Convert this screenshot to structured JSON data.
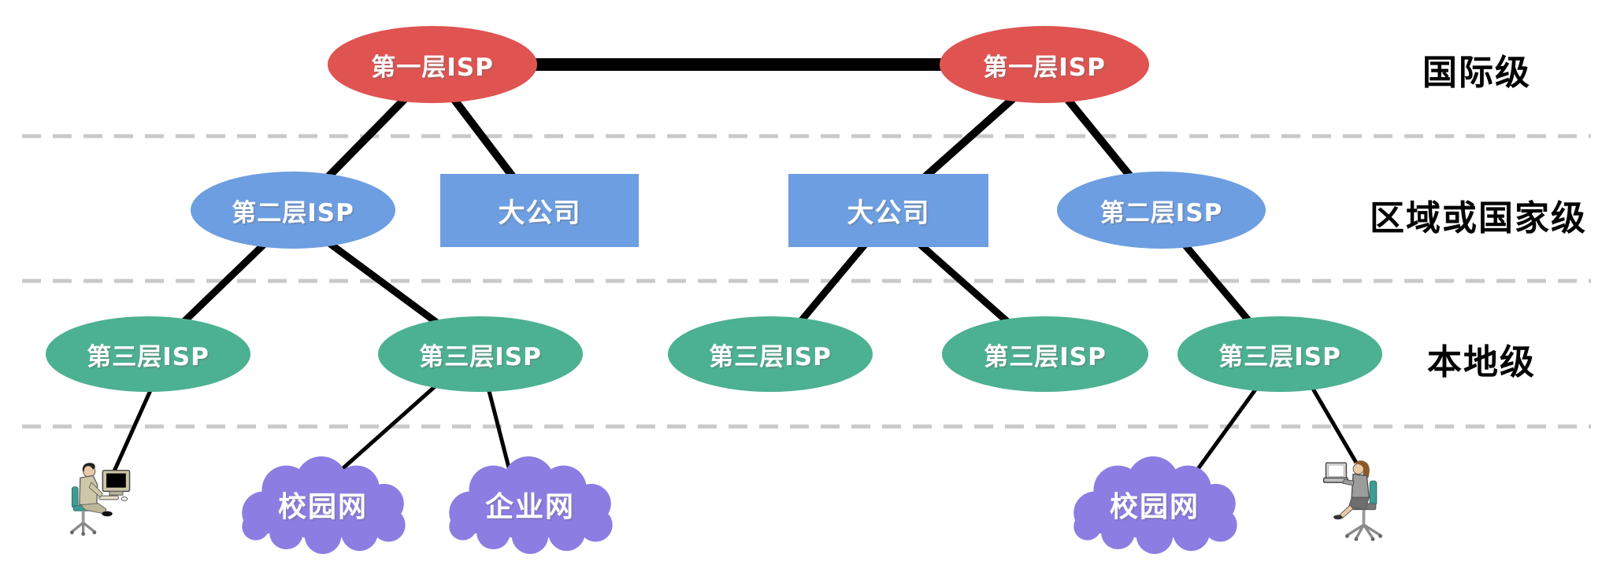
{
  "tier_labels": [
    {
      "text": "国际级"
    },
    {
      "text": "区域或国家级"
    },
    {
      "text": "本地级"
    }
  ],
  "nodes": {
    "tier1_left": {
      "label": "第一层ISP"
    },
    "tier1_right": {
      "label": "第一层ISP"
    },
    "tier2_left": {
      "label": "第二层ISP"
    },
    "tier2_right": {
      "label": "第二层ISP"
    },
    "company_left": {
      "label": "大公司"
    },
    "company_right": {
      "label": "大公司"
    },
    "tier3": [
      {
        "label": "第三层ISP"
      },
      {
        "label": "第三层ISP"
      },
      {
        "label": "第三层ISP"
      },
      {
        "label": "第三层ISP"
      },
      {
        "label": "第三层ISP"
      }
    ],
    "clouds": [
      {
        "label": "校园网"
      },
      {
        "label": "企业网"
      },
      {
        "label": "校园网"
      }
    ]
  },
  "icons": {
    "clipart_left": "person-at-desktop-computer",
    "clipart_right": "person-with-laptop"
  },
  "colors": {
    "tier1_node": "#DF5351",
    "tier2_node": "#6D9EE1",
    "tier3_node": "#4CB191",
    "cloud_node": "#8B7DE2",
    "separator": "#C9C9C9",
    "connector": "#000000",
    "node_text": "#FFFFFF",
    "label_text": "#000000"
  }
}
